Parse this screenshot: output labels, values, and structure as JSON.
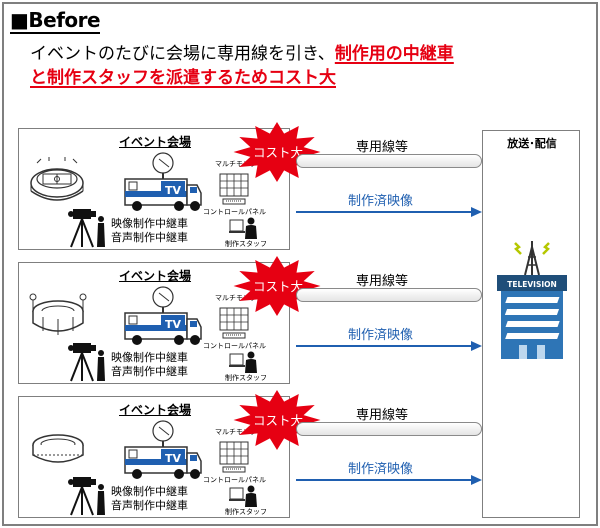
{
  "header": {
    "title": "■Before",
    "description_normal": "イベントのたびに会場に専用線を引き、",
    "description_highlight_line1": "制作用の中継車",
    "description_highlight_line2": "と制作スタッフを派遣するためコスト大"
  },
  "events": [
    {
      "title": "イベント会場",
      "cost_label": "コスト大",
      "monitor_label": "マルチモニタ",
      "panel_label": "コントロールパネル",
      "staff_label": "制作スタッフ",
      "van_line1": "映像制作中継車",
      "van_line2": "音声制作中継車",
      "tv_text": "TV",
      "cable_label": "専用線等",
      "video_label": "制作済映像"
    },
    {
      "title": "イベント会場",
      "cost_label": "コスト大",
      "monitor_label": "マルチモニタ",
      "panel_label": "コントロールパネル",
      "staff_label": "制作スタッフ",
      "van_line1": "映像制作中継車",
      "van_line2": "音声制作中継車",
      "tv_text": "TV",
      "cable_label": "専用線等",
      "video_label": "制作済映像"
    },
    {
      "title": "イベント会場",
      "cost_label": "コスト大",
      "monitor_label": "マルチモニタ",
      "panel_label": "コントロールパネル",
      "staff_label": "制作スタッフ",
      "van_line1": "映像制作中継車",
      "van_line2": "音声制作中継車",
      "tv_text": "TV",
      "cable_label": "専用線等",
      "video_label": "制作済映像"
    }
  ],
  "broadcast": {
    "title": "放送･配信",
    "sign_text": "TELEVISION"
  },
  "colors": {
    "highlight": "#e60012",
    "arrow": "#1f5fb0",
    "burst": "#e60012",
    "van_body": "#1f5fb0",
    "building": "#2e75b6"
  },
  "icons": [
    "stadium-icon",
    "camera-icon",
    "ob-van-icon",
    "satellite-dish-icon",
    "multi-monitor-icon",
    "staff-icon",
    "broadcast-tower-icon",
    "tv-station-icon"
  ]
}
